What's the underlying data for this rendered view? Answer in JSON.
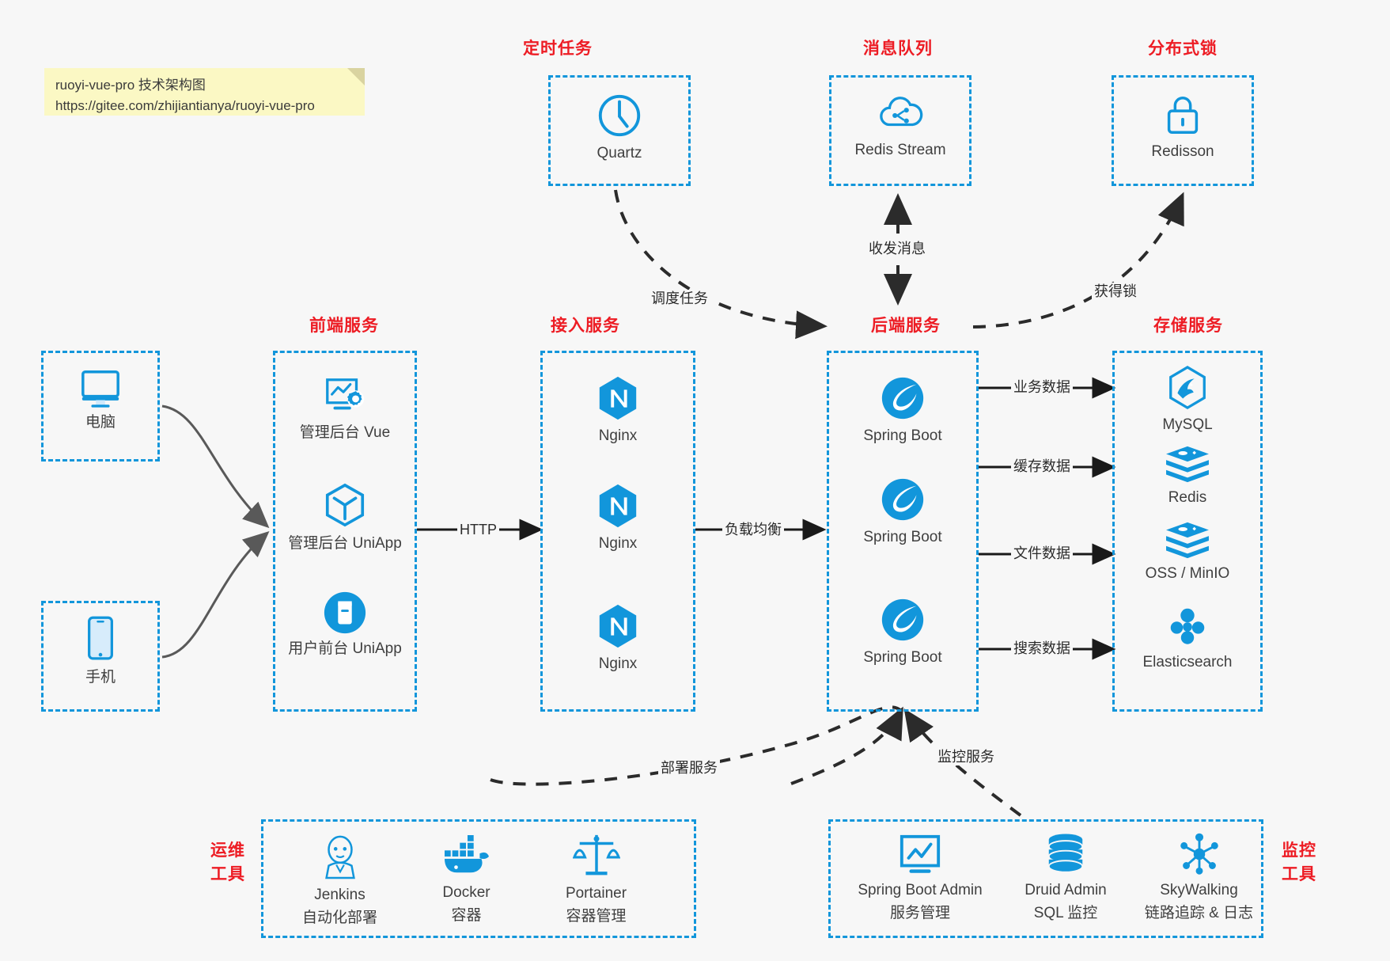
{
  "note": {
    "line1": "ruoyi-vue-pro 技术架构图",
    "line2": "https://gitee.com/zhijiantianya/ruoyi-vue-pro"
  },
  "colors": {
    "accent_blue": "#1296db",
    "title_red": "#ed1c24",
    "background": "#f7f7f7",
    "edge_gray": "#595959",
    "note_yellow": "#fbf8c4"
  },
  "groups": {
    "scheduled_task": {
      "title": "定时任务"
    },
    "message_queue": {
      "title": "消息队列"
    },
    "distributed_lock": {
      "title": "分布式锁"
    },
    "frontend": {
      "title": "前端服务"
    },
    "gateway": {
      "title": "接入服务"
    },
    "backend": {
      "title": "后端服务"
    },
    "storage": {
      "title": "存储服务"
    },
    "devops": {
      "title_line1": "运维",
      "title_line2": "工具"
    },
    "monitor": {
      "title_line1": "监控",
      "title_line2": "工具"
    }
  },
  "clients": [
    {
      "label": "电脑",
      "icon": "desktop-computer-icon"
    },
    {
      "label": "手机",
      "icon": "mobile-phone-icon"
    }
  ],
  "scheduled_task_nodes": [
    {
      "label": "Quartz",
      "icon": "clock-icon"
    }
  ],
  "message_queue_nodes": [
    {
      "label": "Redis Stream",
      "icon": "cloud-stream-icon"
    }
  ],
  "distributed_lock_nodes": [
    {
      "label": "Redisson",
      "icon": "lock-icon"
    }
  ],
  "frontend_nodes": [
    {
      "label": "管理后台 Vue",
      "icon": "dashboard-settings-icon"
    },
    {
      "label": "管理后台 UniApp",
      "icon": "cube-icon"
    },
    {
      "label": "用户前台 UniApp",
      "icon": "mobile-app-icon"
    }
  ],
  "gateway_nodes": [
    {
      "label": "Nginx",
      "icon": "nginx-icon"
    },
    {
      "label": "Nginx",
      "icon": "nginx-icon"
    },
    {
      "label": "Nginx",
      "icon": "nginx-icon"
    }
  ],
  "backend_nodes": [
    {
      "label": "Spring Boot",
      "icon": "spring-boot-icon"
    },
    {
      "label": "Spring Boot",
      "icon": "spring-boot-icon"
    },
    {
      "label": "Spring Boot",
      "icon": "spring-boot-icon"
    }
  ],
  "storage_nodes": [
    {
      "label": "MySQL",
      "icon": "mysql-icon"
    },
    {
      "label": "Redis",
      "icon": "redis-icon"
    },
    {
      "label": "OSS / MinIO",
      "icon": "object-storage-icon"
    },
    {
      "label": "Elasticsearch",
      "icon": "elasticsearch-icon"
    }
  ],
  "devops_nodes": [
    {
      "label": "Jenkins",
      "sub": "自动化部署",
      "icon": "jenkins-icon"
    },
    {
      "label": "Docker",
      "sub": "容器",
      "icon": "docker-icon"
    },
    {
      "label": "Portainer",
      "sub": "容器管理",
      "icon": "portainer-scales-icon"
    }
  ],
  "monitor_nodes": [
    {
      "label": "Spring Boot Admin",
      "sub": "服务管理",
      "icon": "monitor-chart-icon"
    },
    {
      "label": "Druid Admin",
      "sub": "SQL 监控",
      "icon": "database-stack-icon"
    },
    {
      "label": "SkyWalking",
      "sub": "链路追踪 & 日志",
      "icon": "skywalking-nodes-icon"
    }
  ],
  "edge_labels": {
    "http": "HTTP",
    "load_balance": "负载均衡",
    "schedule_task": "调度任务",
    "send_receive_message": "收发消息",
    "acquire_lock": "获得锁",
    "business_data": "业务数据",
    "cache_data": "缓存数据",
    "file_data": "文件数据",
    "search_data": "搜索数据",
    "deploy_service": "部署服务",
    "monitor_service": "监控服务"
  }
}
